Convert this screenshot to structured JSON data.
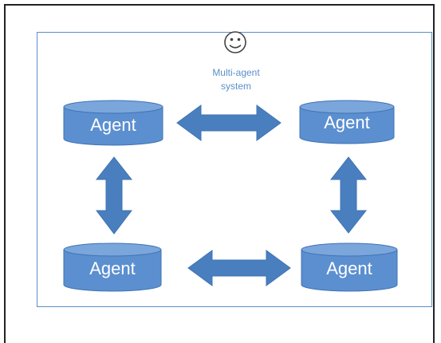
{
  "title": {
    "line1": "Multi-agent",
    "line2": "system"
  },
  "icon": "smiley-face-icon",
  "agents": [
    {
      "label": "Agent"
    },
    {
      "label": "Agent"
    },
    {
      "label": "Agent"
    },
    {
      "label": "Agent"
    }
  ],
  "colors": {
    "agent_fill": "#5b8fd0",
    "agent_top": "#7aa6dc",
    "agent_stroke": "#3f73b3",
    "arrow_fill": "#4a7fbf",
    "title_text": "#5b8fc9",
    "container_border": "#5b8fc9",
    "frame_border": "#222222"
  }
}
